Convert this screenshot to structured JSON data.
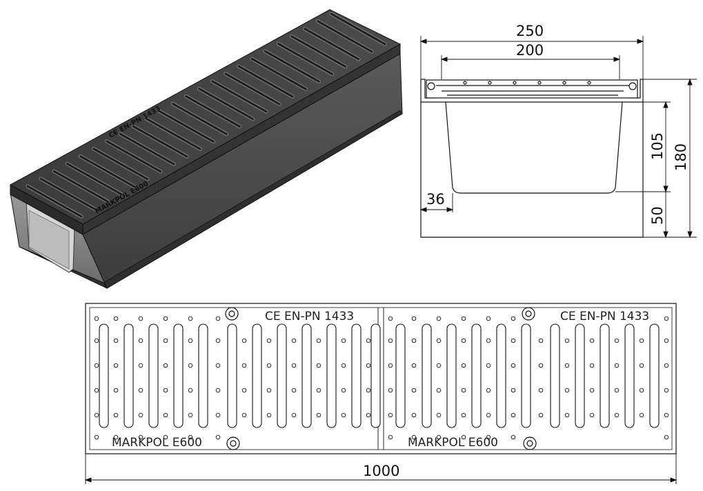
{
  "dimensions": {
    "overall_width": "250",
    "inner_width": "200",
    "total_height": "180",
    "channel_depth": "105",
    "base_height": "50",
    "wall_offset": "36",
    "length": "1000"
  },
  "grate": {
    "standard_label": "CE EN-PN 1433",
    "brand_label": "MARKPOL E600",
    "iso_standard_label": "CE EN-PN 1433",
    "iso_brand_label": "MARKPOL E600"
  },
  "colors": {
    "grate_dark": "#3a3a3a",
    "channel_side": "#4a4a4a",
    "channel_front": "#8c8c8c",
    "line": "#111111"
  }
}
